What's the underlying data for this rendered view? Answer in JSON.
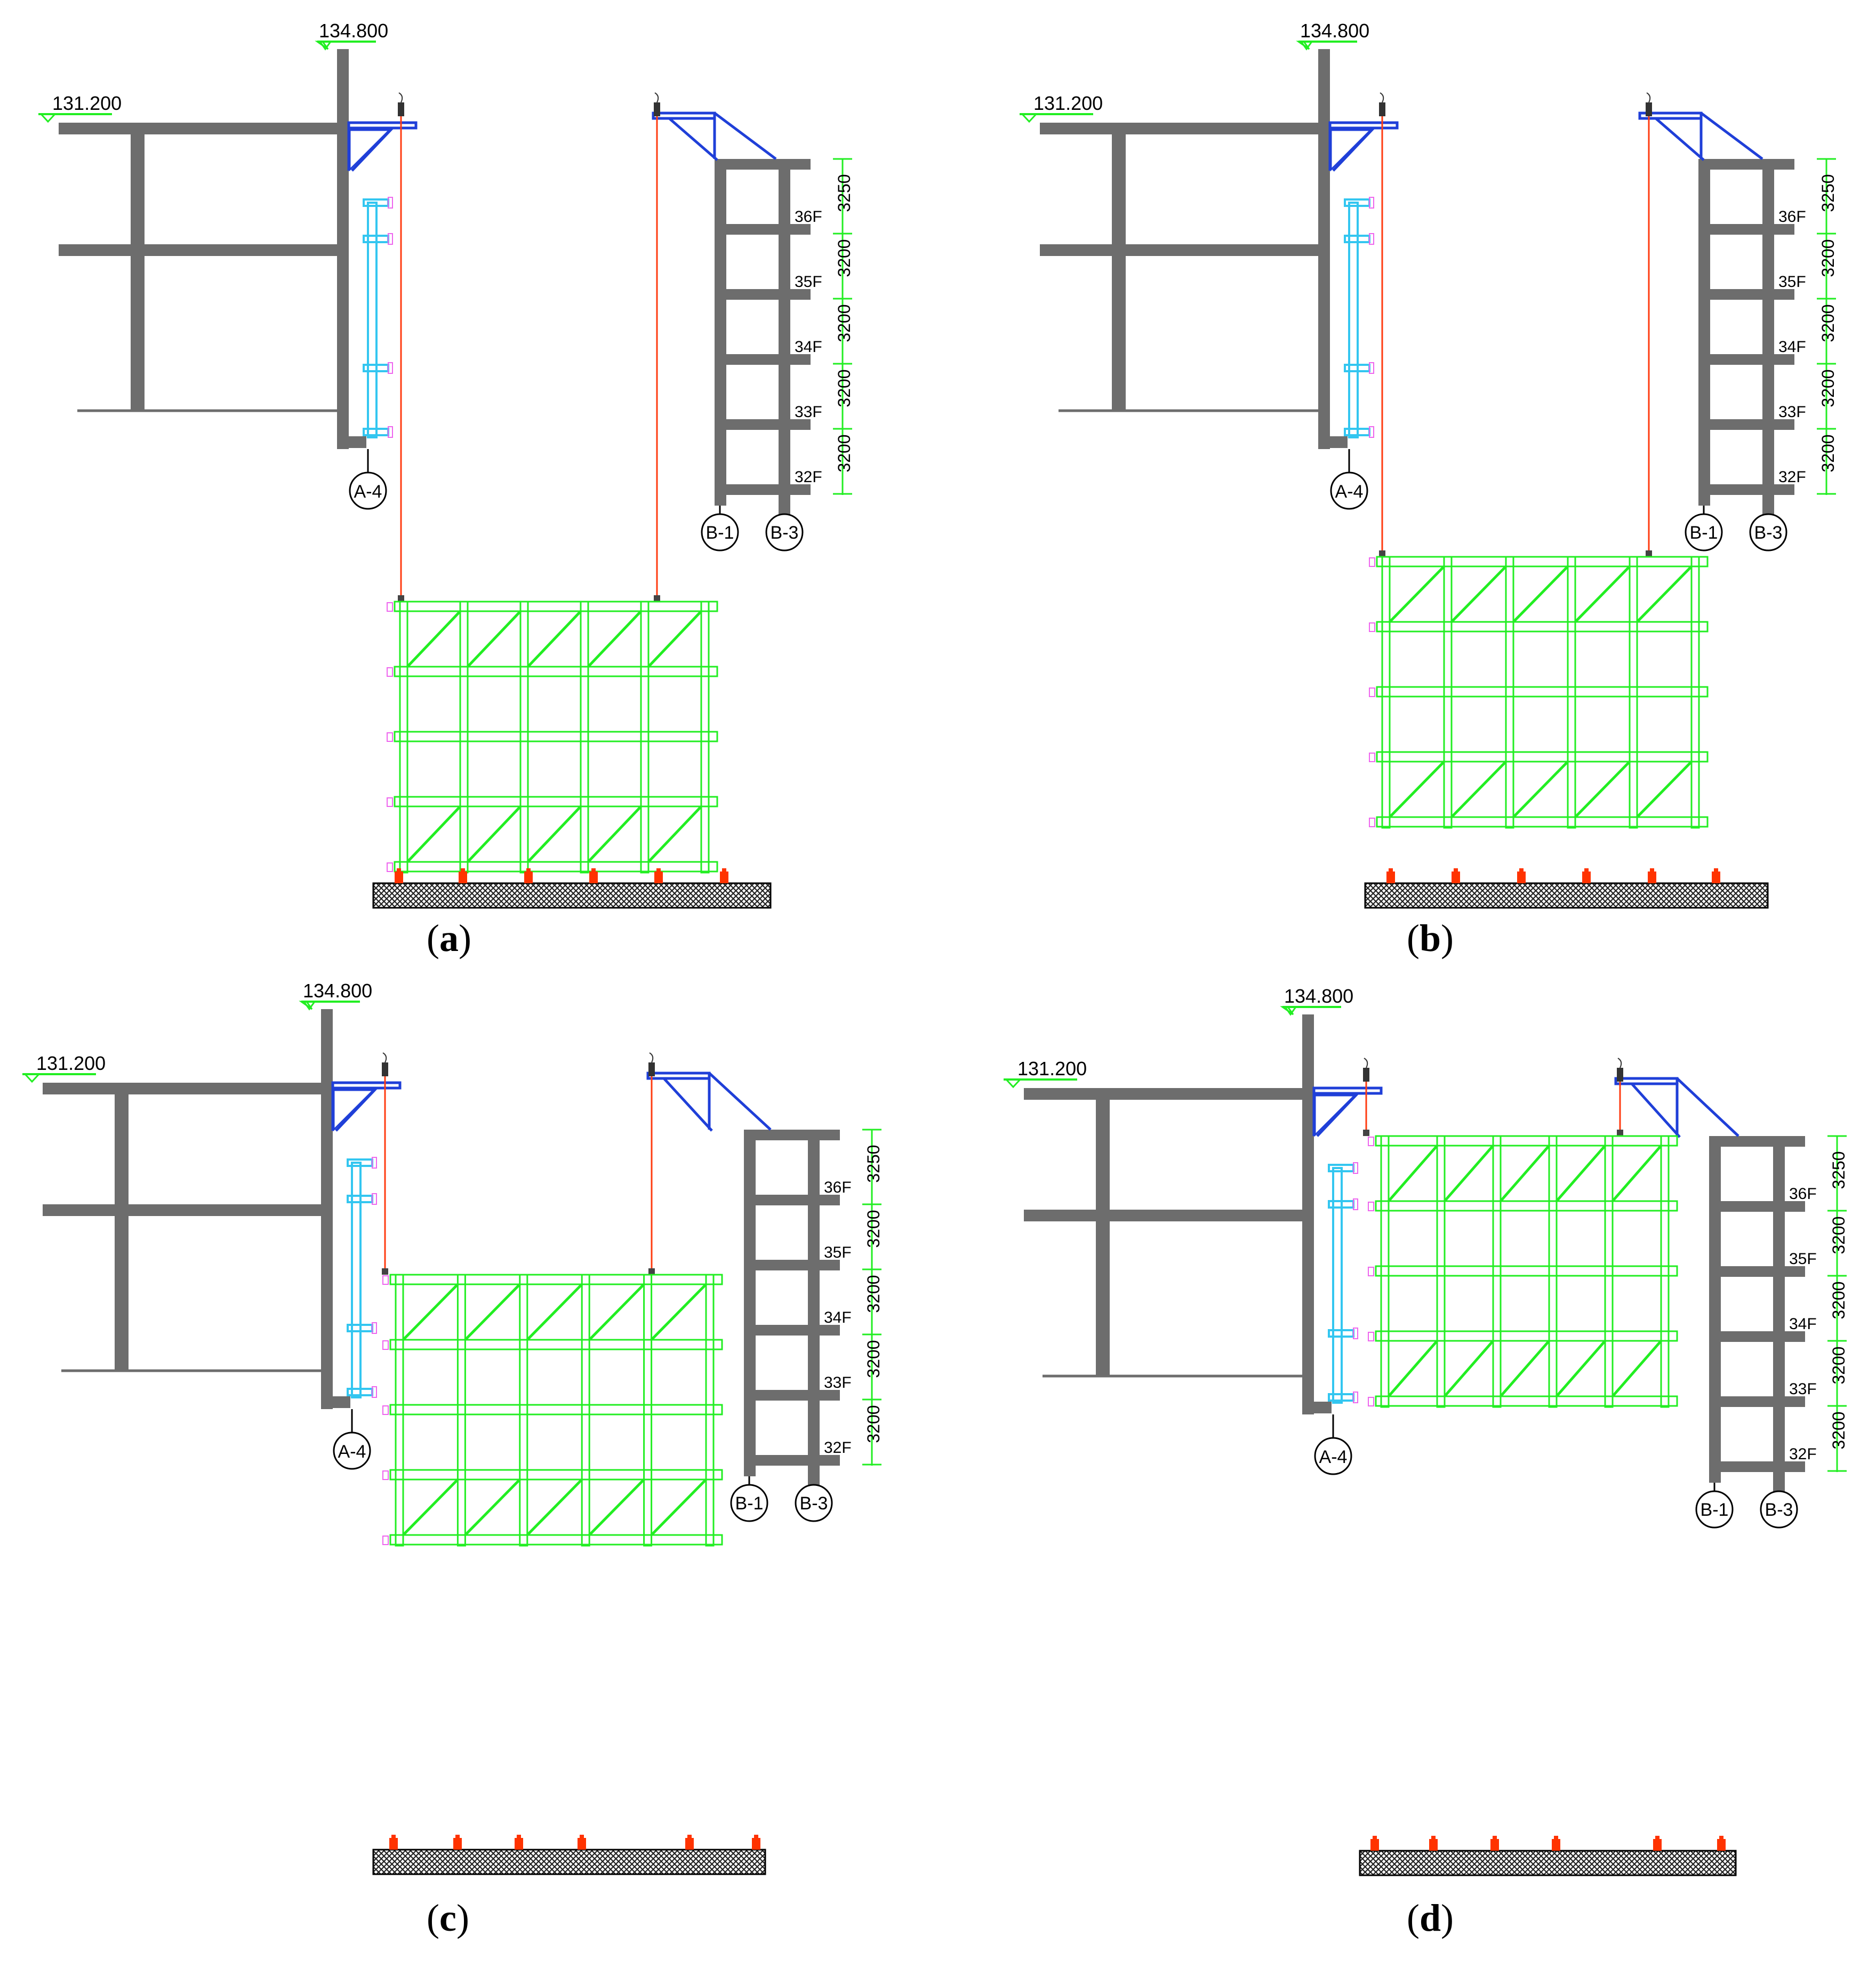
{
  "colors": {
    "concrete": "#6d6d6d",
    "frame": "#22ee22",
    "bracket": "#1f3fd8",
    "wall_column": "#33c6f0",
    "rope": "#ff3b10",
    "pad": "#ff3300",
    "ground_hatch": "#222222",
    "dimension": "#22ee22",
    "pink_marker": "#ee66ee"
  },
  "panels": [
    {
      "id": "a",
      "label": "a",
      "elev_top": "134.800",
      "elev_floor": "131.200",
      "axis_left": "A-4",
      "axis_right_1": "B-1",
      "axis_right_2": "B-3",
      "floors": [
        "36F",
        "35F",
        "34F",
        "33F",
        "32F"
      ],
      "dims": [
        "3250",
        "3200",
        "3200",
        "3200",
        "3200"
      ],
      "stage": "on-ground"
    },
    {
      "id": "b",
      "label": "b",
      "elev_top": "134.800",
      "elev_floor": "131.200",
      "axis_left": "A-4",
      "axis_right_1": "B-1",
      "axis_right_2": "B-3",
      "floors": [
        "36F",
        "35F",
        "34F",
        "33F",
        "32F"
      ],
      "dims": [
        "3250",
        "3200",
        "3200",
        "3200",
        "3200"
      ],
      "stage": "lifted"
    },
    {
      "id": "c",
      "label": "c",
      "elev_top": "134.800",
      "elev_floor": "131.200",
      "axis_left": "A-4",
      "axis_right_1": "B-1",
      "axis_right_2": "B-3",
      "floors": [
        "36F",
        "35F",
        "34F",
        "33F",
        "32F"
      ],
      "dims": [
        "3250",
        "3200",
        "3200",
        "3200",
        "3200"
      ],
      "stage": "mid"
    },
    {
      "id": "d",
      "label": "d",
      "elev_top": "134.800",
      "elev_floor": "131.200",
      "axis_left": "A-4",
      "axis_right_1": "B-1",
      "axis_right_2": "B-3",
      "floors": [
        "36F",
        "35F",
        "34F",
        "33F",
        "32F"
      ],
      "dims": [
        "3250",
        "3200",
        "3200",
        "3200",
        "3200"
      ],
      "stage": "in-position"
    }
  ]
}
